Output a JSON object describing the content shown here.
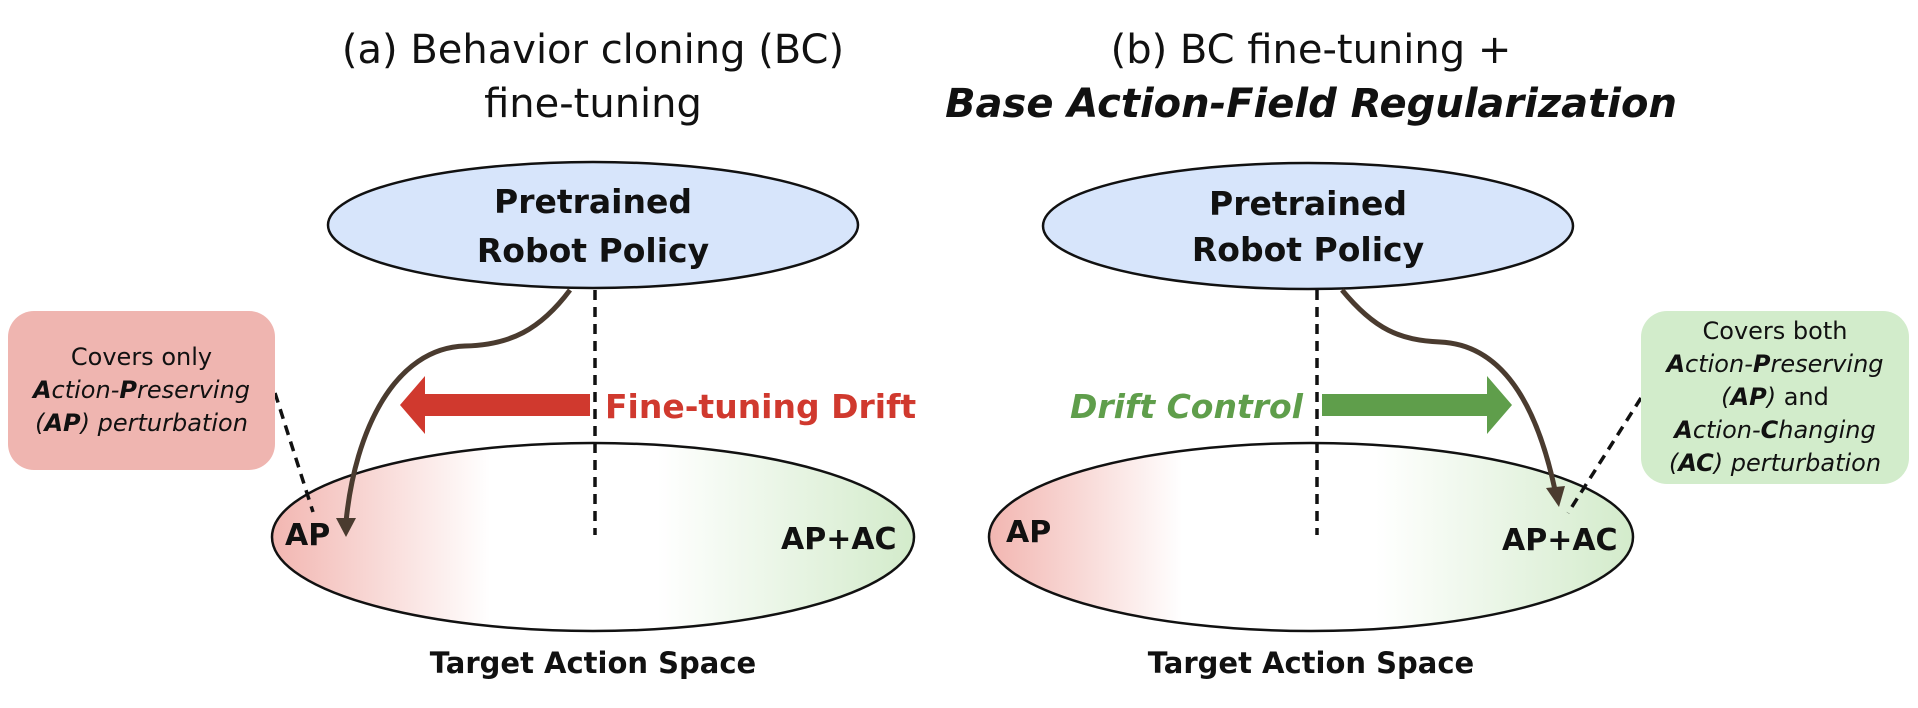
{
  "panel_a": {
    "title_line1": "(a) Behavior cloning (BC)",
    "title_line2": "fine-tuning",
    "policy_line1": "Pretrained",
    "policy_line2": "Robot Policy",
    "drift_label": "Fine-tuning Drift",
    "region_ap": "AP",
    "region_ap_ac": "AP+AC",
    "space_label": "Target Action Space",
    "note": {
      "line1": "Covers only",
      "l2_a": "A",
      "l2_b": "ction-",
      "l2_c": "P",
      "l2_d": "reserving",
      "l3_a": "(",
      "l3_b": "AP",
      "l3_c": ") perturbation"
    }
  },
  "panel_b": {
    "title_line1": "(b) BC fine-tuning +",
    "title_line2": "Base Action-Field Regularization",
    "policy_line1": "Pretrained",
    "policy_line2": "Robot Policy",
    "drift_label": "Drift Control",
    "region_ap": "AP",
    "region_ap_ac": "AP+AC",
    "space_label": "Target Action Space",
    "note": {
      "line1": "Covers both",
      "l2_a": "A",
      "l2_b": "ction-",
      "l2_c": "P",
      "l2_d": "reserving",
      "l3_a": "(",
      "l3_b": "AP",
      "l3_c": ")",
      "l3_d": " and",
      "l4_a": "A",
      "l4_b": "ction-",
      "l4_c": "C",
      "l4_d": "hanging",
      "l5_a": "(",
      "l5_b": "AC",
      "l5_c": ") perturbation"
    }
  },
  "colors": {
    "policy_fill": "#d7e5fb",
    "drift_red": "#d0392e",
    "drift_green": "#5f9e4b",
    "gradient_red": "#f2b6b1",
    "gradient_green": "#d3ebcb",
    "arrow_brown": "#4a3b2f",
    "note_red": "#efb5b0",
    "note_green": "#d2eccb"
  }
}
